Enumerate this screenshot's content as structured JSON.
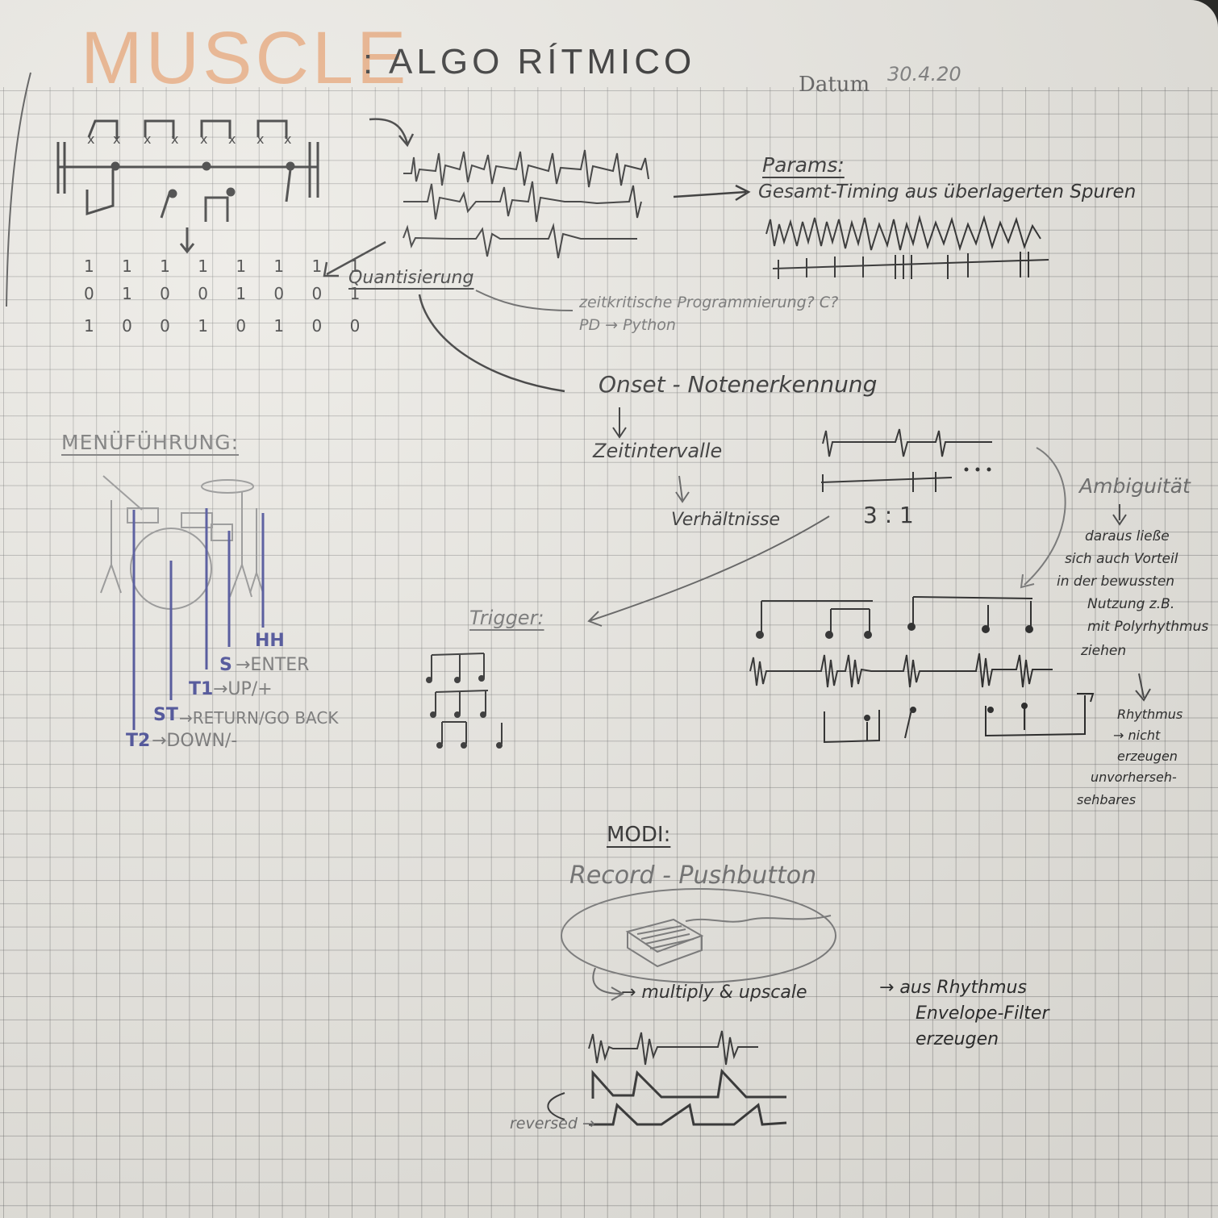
{
  "header": {
    "title": "MUSCLE",
    "subtitle": ": ALGO RÍTMICO",
    "date_label": "Datum",
    "date_value": "30.4.20"
  },
  "notes": {
    "quantisierung": "Quantisierung",
    "zeitkritisch": "zeitkritische Programmierung? C?",
    "pd_python": "PD → Python",
    "params": "Params:",
    "gesamt": "Gesamt-Timing aus überlagerten Spuren",
    "onset": "Onset - Notenerkennung",
    "zeitintervalle": "Zeitintervalle",
    "verhaeltnisse": "Verhältnisse",
    "ratio": "3 : 1",
    "ambiguitaet": "Ambiguität",
    "daraus": [
      "daraus ließe",
      "sich auch Vorteil",
      "in der bewussten",
      "Nutzung z.B.",
      "mit Polyrhythmus",
      "ziehen"
    ],
    "rhythmus": [
      "Rhythmus",
      "→ nicht",
      "erzeugen",
      "unvorherseh-",
      "sehbares"
    ],
    "trigger": "Trigger:",
    "binary_rows": [
      "1 1 1 1 1 1 1 1",
      "0 1 0 0 1 0 0 1",
      "1 0 0 1 0 1 0 0"
    ]
  },
  "menu": {
    "heading": "MENÜFÜHRUNG:",
    "labels": {
      "hh": "HH",
      "s": "S",
      "t1": "T1",
      "st": "ST",
      "t2": "T2"
    },
    "actions": {
      "s": "→ENTER",
      "t1": "→UP/+",
      "st": "→RETURN/GO BACK",
      "t2": "→DOWN/-"
    }
  },
  "modi": {
    "heading": "MODI:",
    "record": "Record - Pushbutton",
    "multiply": "→ multiply & upscale",
    "arrow_aus": "→ aus Rhythmus",
    "envelope": "Envelope-Filter",
    "erzeugen": "erzeugen",
    "reversed": "reversed →"
  }
}
